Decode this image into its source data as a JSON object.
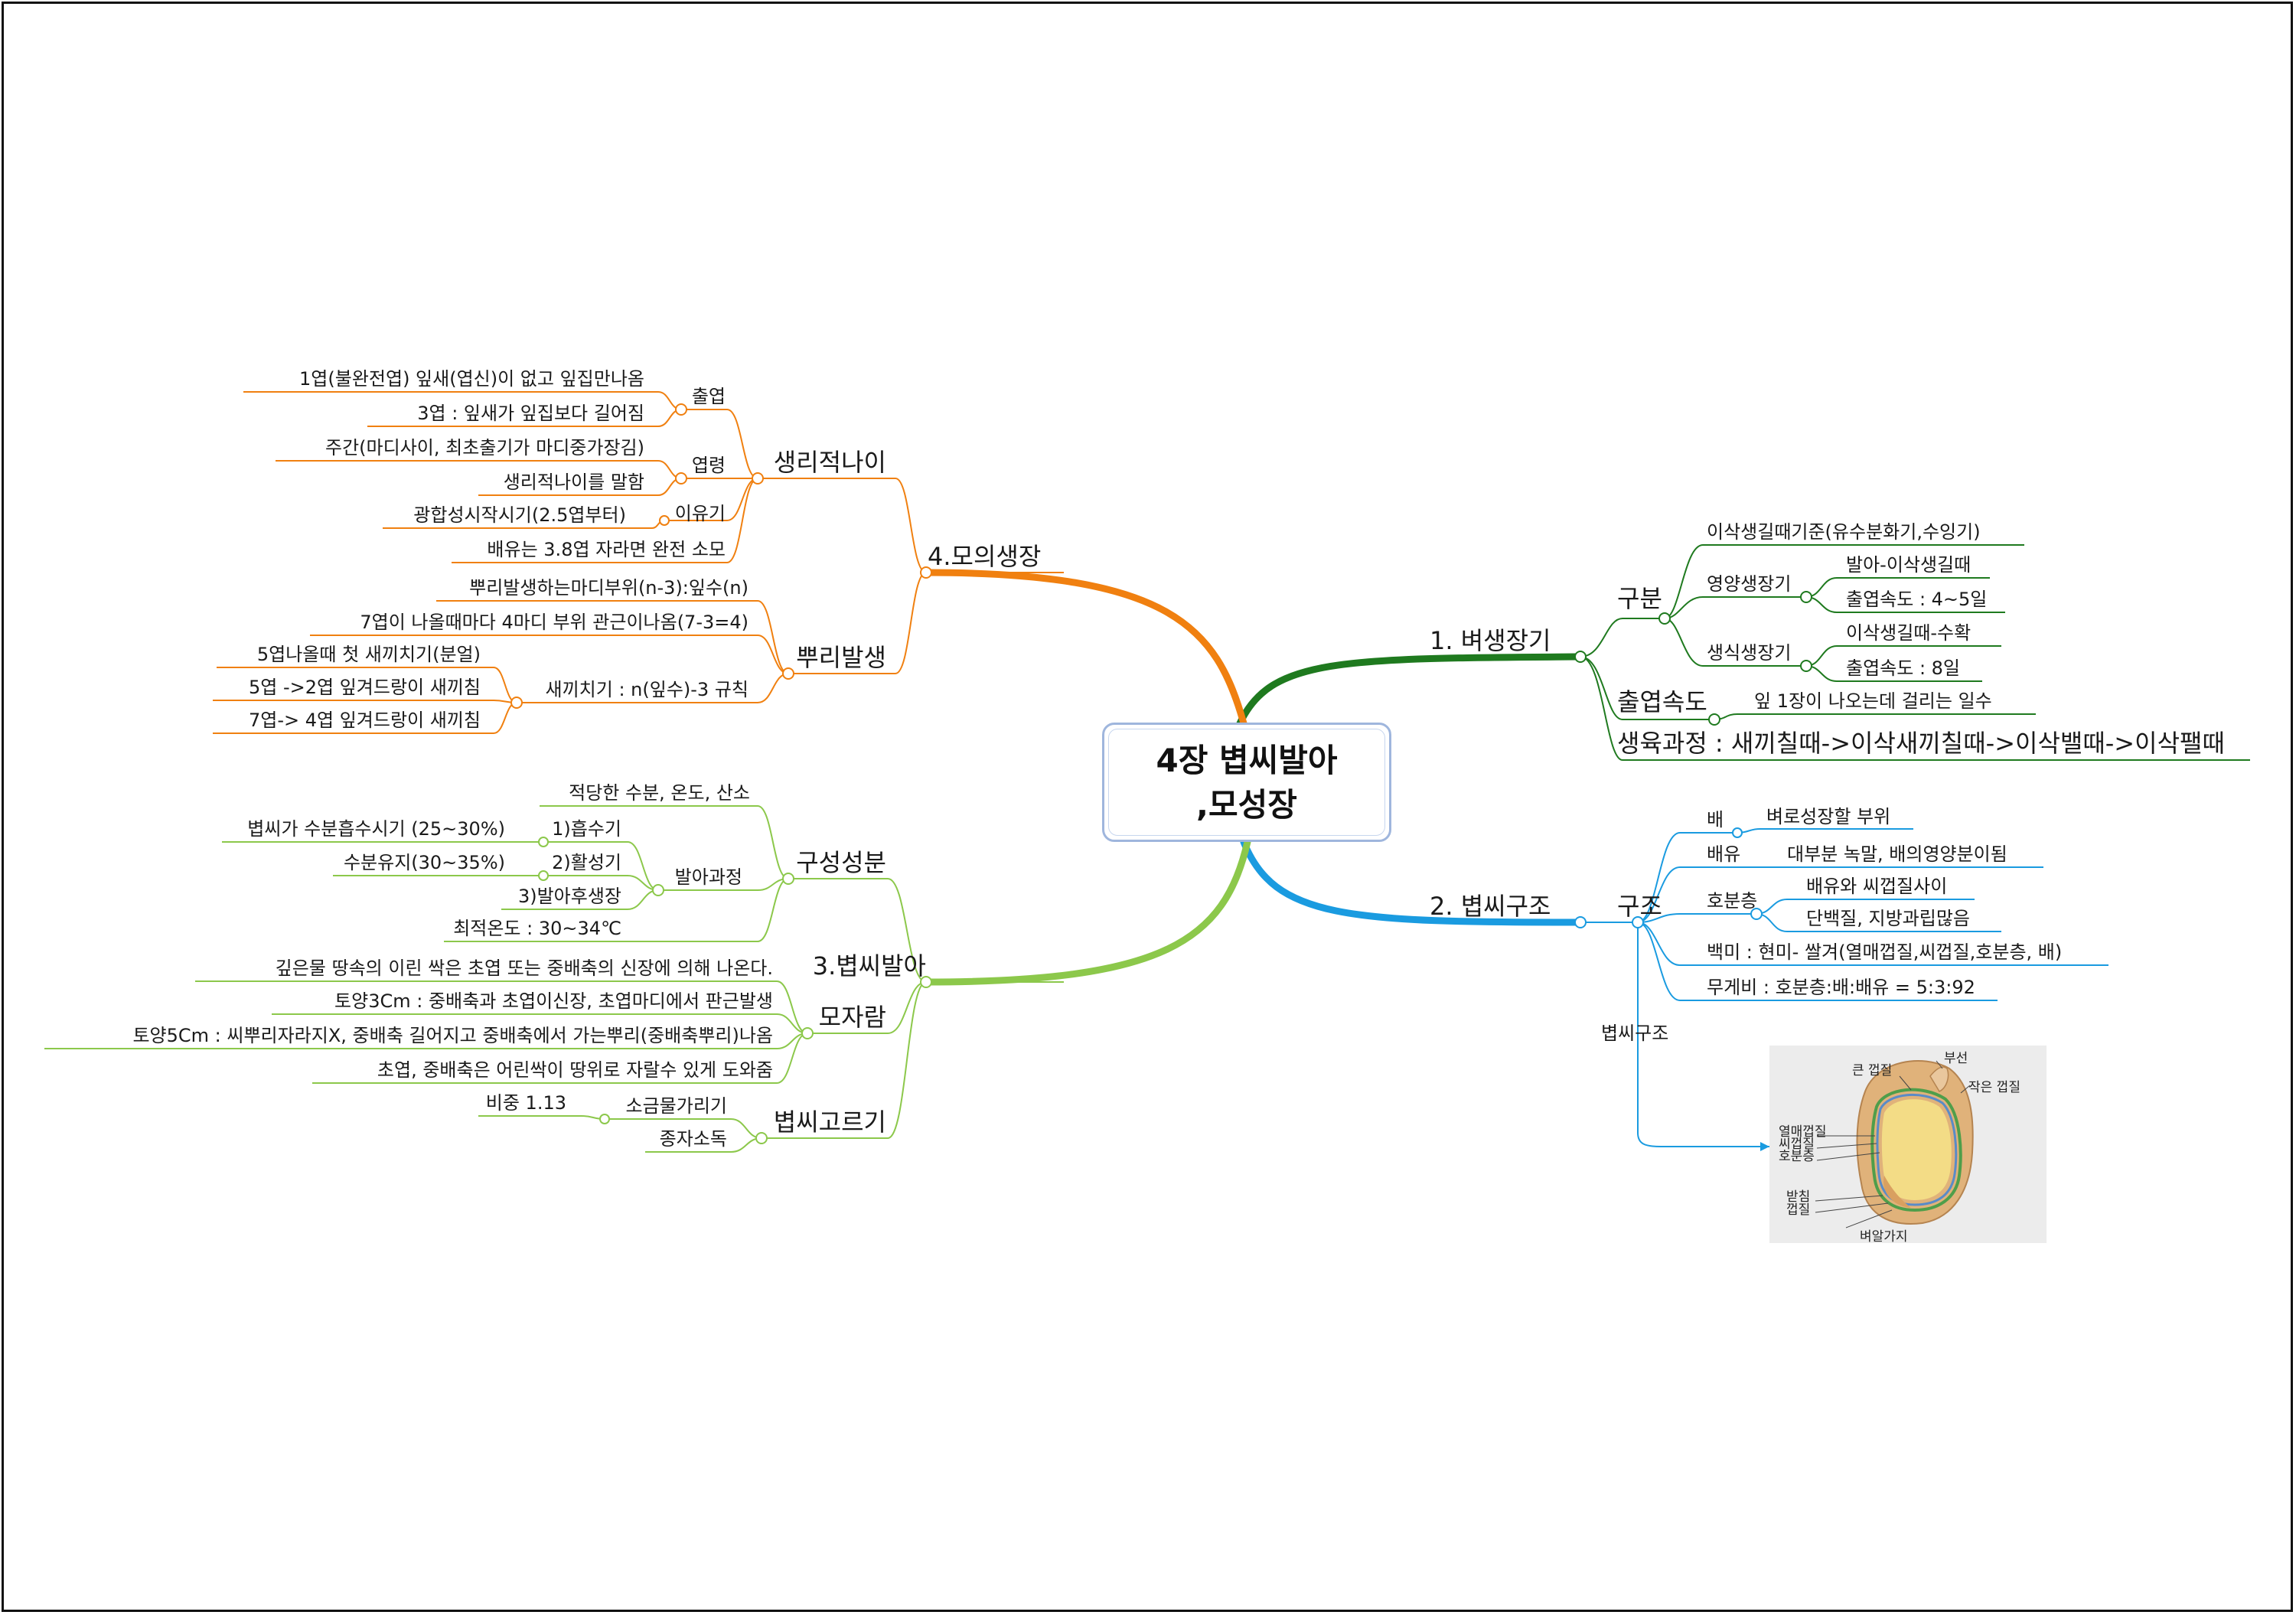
{
  "root": {
    "line1": "4장 볍씨발아",
    "line2": ",모성장"
  },
  "b1": {
    "label": "1. 벼생장기",
    "gubun": {
      "label": "구분",
      "criterion": "이삭생길때기준(유수분화기,수잉기)",
      "vegetative": {
        "label": "영양생장기",
        "items": [
          "발아-이삭생길때",
          "출엽속도 : 4~5일"
        ]
      },
      "reproductive": {
        "label": "생식생장기",
        "items": [
          "이삭생길때-수확",
          "출엽속도 : 8일"
        ]
      }
    },
    "leaf_speed": {
      "label": "출엽속도",
      "desc": "잎 1장이 나오는데 걸리는 일수"
    },
    "growth": "생육과정 : 새끼칠때->이삭새끼칠때->이삭밸때->이삭팰때"
  },
  "b2": {
    "label": "2. 볍씨구조",
    "structure": {
      "label": "구조",
      "embryo": {
        "label": "배",
        "desc": "벼로성장할 부위"
      },
      "endosperm": {
        "label": "배유",
        "desc": "대부분 녹말, 배의영양분이됨"
      },
      "aleurone": {
        "label": "호분층",
        "items": [
          "배유와 씨껍질사이",
          "단백질, 지방과립많음"
        ]
      },
      "polished": "백미 : 현미- 쌀겨(열매껍질,씨껍질,호분층, 배)",
      "weight": "무게비 : 호분층:배:배유 = 5:3:92"
    },
    "image_label": "볍씨구조",
    "image": {
      "labels": [
        "큰 껍질",
        "부선",
        "작은 껍질",
        "열매껍질",
        "씨껍질",
        "호분층",
        "받침",
        "껍질",
        "벼알가지"
      ],
      "colors": {
        "hull": "#d9b07a",
        "endosperm": "#f3dc86",
        "layer_green": "#4f9e4a",
        "layer_blue": "#5a8bc7",
        "bg": "#ececec"
      }
    }
  },
  "b3": {
    "label": "3.볍씨발아",
    "components": {
      "label": "구성성분",
      "conditions": "적당한 수분, 온도, 산소",
      "process": {
        "label": "발아과정",
        "stages": [
          {
            "label": "1)흡수기",
            "detail": "볍씨가 수분흡수시기 (25~30%)"
          },
          {
            "label": "2)활성기",
            "detail": "수분유지(30~35%)"
          },
          {
            "label": "3)발아후생장",
            "detail": ""
          }
        ]
      },
      "optimum": "최적온도 : 30~34℃"
    },
    "seedling": {
      "label": "모자람",
      "items": [
        "깊은물 땅속의 이린 싹은 초엽 또는 중배축의 신장에 의해 나온다.",
        "토양3Cm : 중배축과 초엽이신장, 초엽마디에서 판근발생",
        "토양5Cm : 씨뿌리자라지X, 중배축 길어지고 중배축에서 가는뿌리(중배축뿌리)나옴",
        "초엽, 중배축은 어린싹이 땅위로 자랄수 있게 도와줌"
      ]
    },
    "selection": {
      "label": "볍씨고르기",
      "salt": {
        "label": "소금물가리기",
        "detail": "비중 1.13"
      },
      "disinfect": "종자소독"
    }
  },
  "b4": {
    "label": "4.모의생장",
    "age": {
      "label": "생리적나이",
      "leaf_out": {
        "label": "출엽",
        "items": [
          "1엽(불완전엽) 잎새(엽신)이 없고 잎집만나옴",
          "3엽 : 잎새가 잎집보다 길어짐"
        ]
      },
      "leaf_age": {
        "label": "엽령",
        "items": [
          "주간(마디사이, 최초출기가 마디중가장김)",
          "생리적나이를 말함"
        ]
      },
      "weaning": {
        "label": "이유기",
        "detail": "광합성시작시기(2.5엽부터)"
      },
      "endosperm_note": "배유는 3.8엽 자라면 완전 소모"
    },
    "root": {
      "label": "뿌리발생",
      "items": [
        "뿌리발생하는마디부위(n-3):잎수(n)",
        "7엽이 나올때마다 4마디 부위 관근이나옴(7-3=4)"
      ],
      "tiller": {
        "label": "새끼치기 : n(잎수)-3 규칙",
        "items": [
          "5엽나올때 첫 새끼치기(분얼)",
          "5엽 ->2엽 잎겨드랑이 새끼침",
          "7엽-> 4엽 잎겨드랑이 새끼침"
        ]
      }
    }
  },
  "colors": {
    "b1": "#1f7a1f",
    "b2": "#1a9be0",
    "b3": "#8cc84b",
    "b4": "#f08010",
    "frame": "#111111",
    "center_border": "#9fb6dd"
  }
}
